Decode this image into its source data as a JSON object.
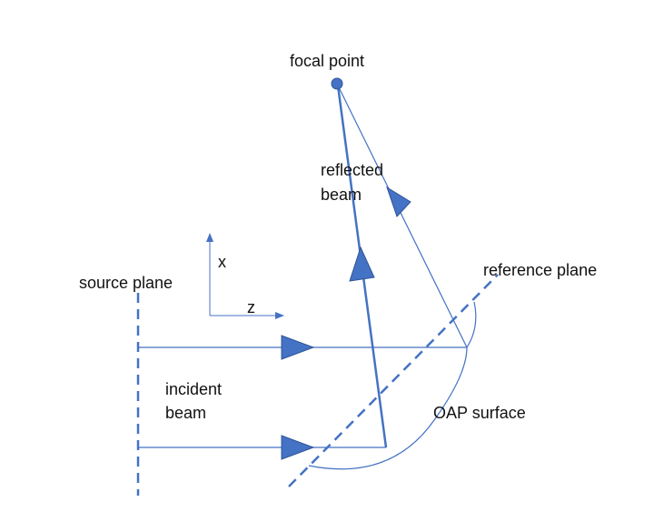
{
  "diagram": {
    "labels": {
      "focal_point": "focal point",
      "reflected_line1": "reflected",
      "reflected_line2": "beam",
      "source_plane": "source plane",
      "axis_x": "x",
      "axis_z": "z",
      "reference_plane": "reference plane",
      "incident_line1": "incident",
      "incident_line2": "beam",
      "oap_surface": "OAP surface"
    },
    "colors": {
      "line": "#4472c4",
      "arrow_fill": "#4472c4",
      "arrow_stroke": "#2f5597",
      "text": "#111111"
    }
  }
}
